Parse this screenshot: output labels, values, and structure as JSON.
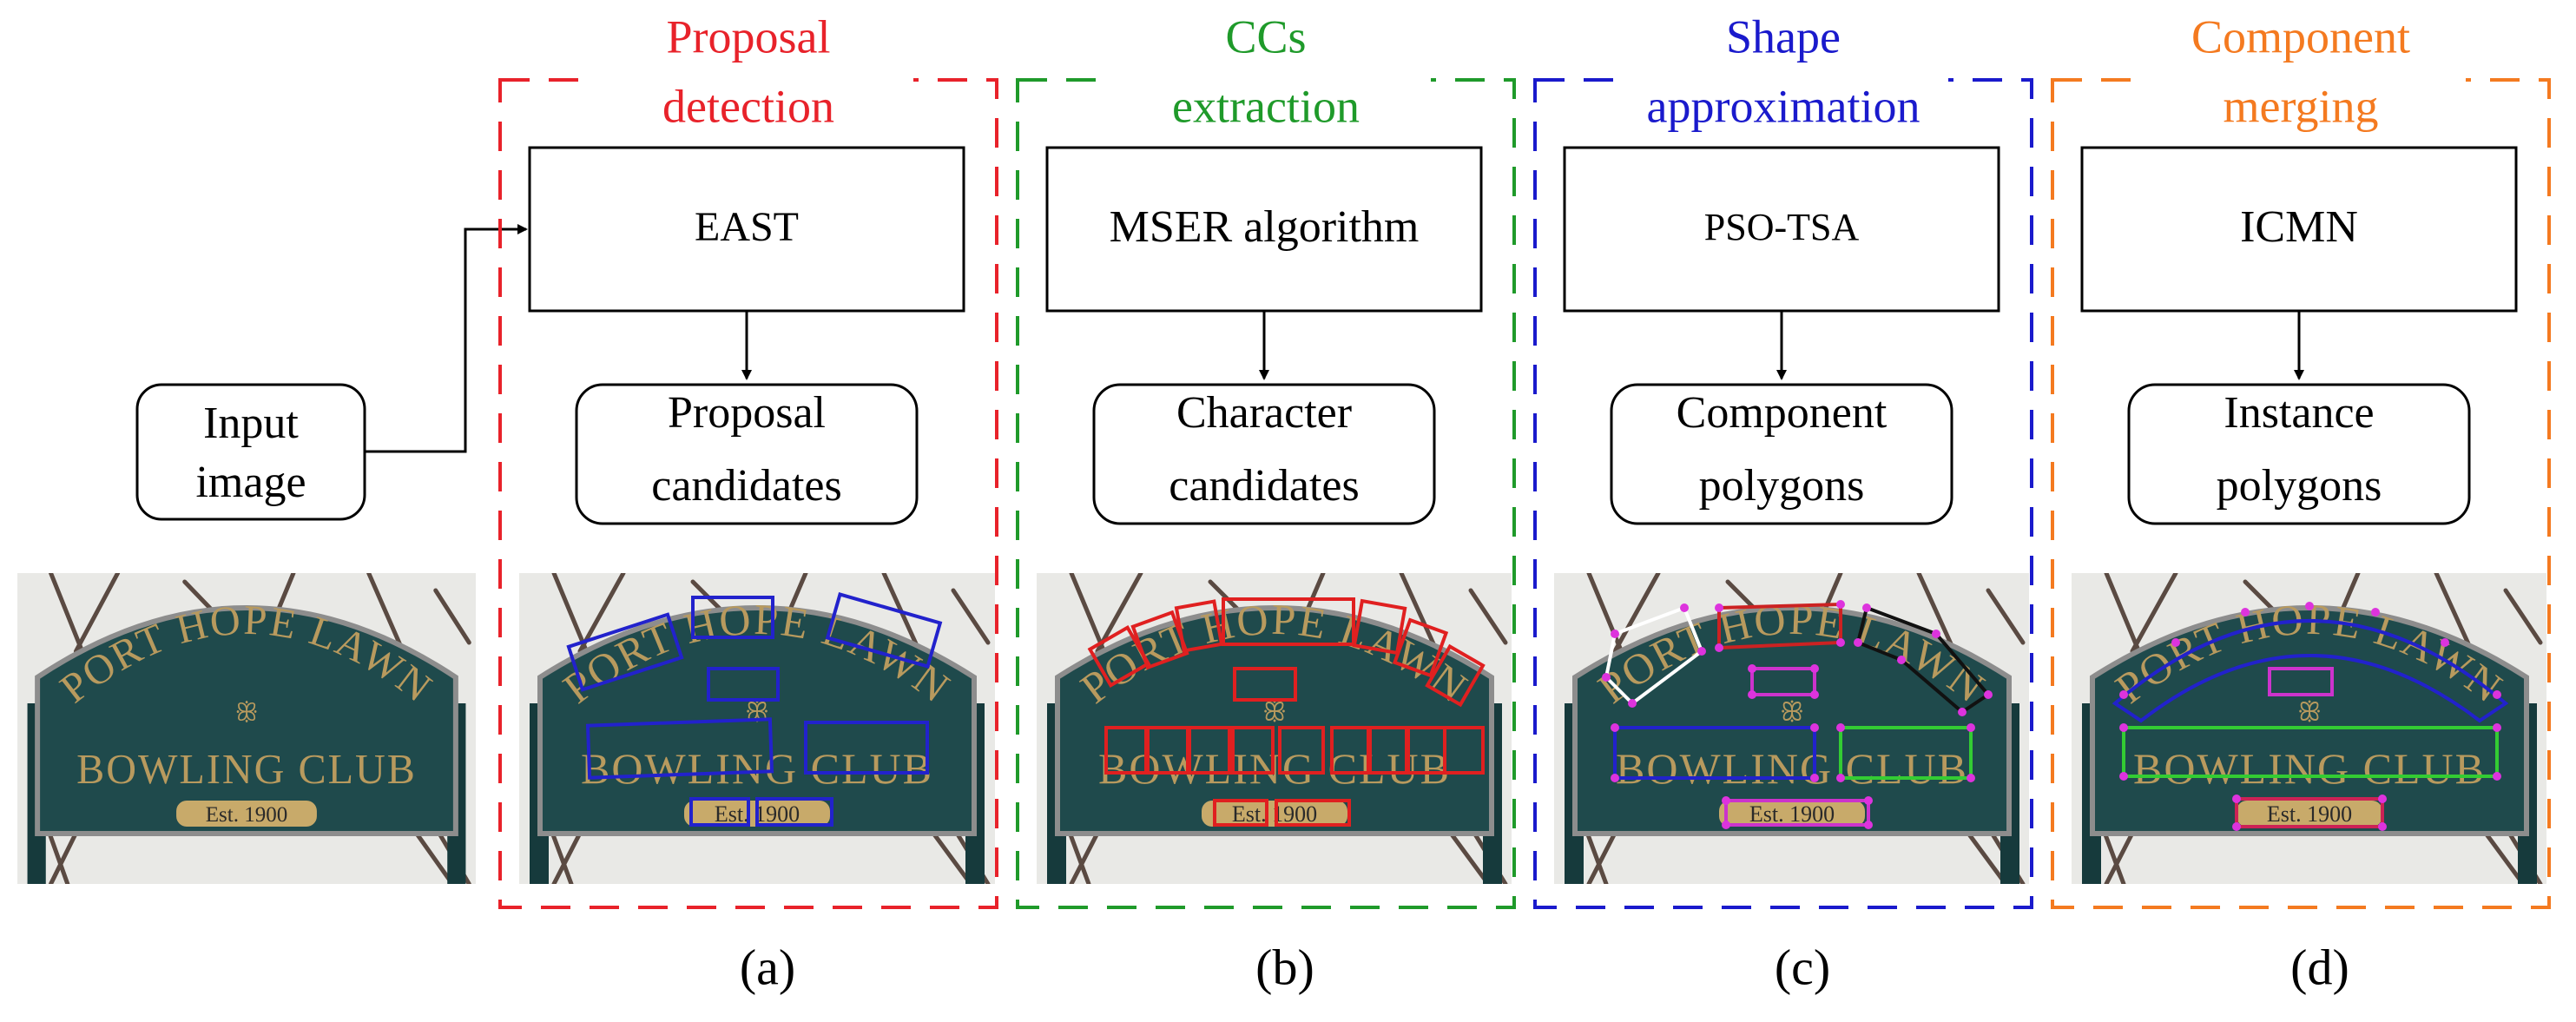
{
  "input": {
    "line1": "Input",
    "line2": "image"
  },
  "panels": [
    {
      "title_line1": "Proposal",
      "title_line2": "detection",
      "color": "#e8222a",
      "method": "EAST",
      "output_line1": "Proposal",
      "output_line2": "candidates",
      "box_color": "#2222cc",
      "caption": "(a)"
    },
    {
      "title_line1": "CCs",
      "title_line2": "extraction",
      "color": "#1f9a2a",
      "method": "MSER algorithm",
      "output_line1": "Character",
      "output_line2": "candidates",
      "box_color": "#e02020",
      "caption": "(b)"
    },
    {
      "title_line1": "Shape",
      "title_line2": "approximation",
      "color": "#1a1acc",
      "method": "PSO-TSA",
      "output_line1": "Component",
      "output_line2": "polygons",
      "box_color": "#cc33cc",
      "caption": "(c)"
    },
    {
      "title_line1": "Component",
      "title_line2": "merging",
      "color": "#f47a20",
      "method": "ICMN",
      "output_line1": "Instance",
      "output_line2": "polygons",
      "box_color": "#2222cc",
      "caption": "(d)"
    }
  ],
  "sign": {
    "line1": "PORT HOPE LAWN",
    "line2": "BOWLING CLUB",
    "plaque": "Est. 1900",
    "ornament": "ꕥ",
    "board_color": "#1f4a4c",
    "letter_color": "#b89a5e",
    "sky_color": "#e9e9e6",
    "branch_color": "#5a4a42"
  }
}
